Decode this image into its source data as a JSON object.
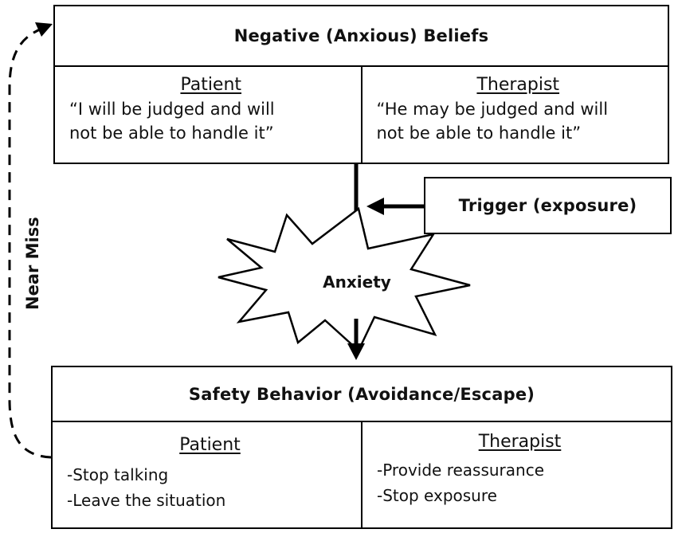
{
  "beliefs": {
    "title": "Negative (Anxious) Beliefs",
    "patient": {
      "heading": "Patient",
      "quote": "“I will be judged and will\nnot be able to handle it”"
    },
    "therapist": {
      "heading": "Therapist",
      "quote": "“He may be judged and will\nnot be able to handle it”"
    }
  },
  "trigger": {
    "label": "Trigger (exposure)"
  },
  "anxiety": {
    "label": "Anxiety"
  },
  "safety": {
    "title": "Safety Behavior (Avoidance/Escape)",
    "patient": {
      "heading": "Patient",
      "items": [
        "-Stop talking",
        "-Leave the situation"
      ]
    },
    "therapist": {
      "heading": "Therapist",
      "items": [
        "-Provide reassurance",
        "-Stop exposure"
      ]
    }
  },
  "near_miss": {
    "label": "Near Miss"
  }
}
